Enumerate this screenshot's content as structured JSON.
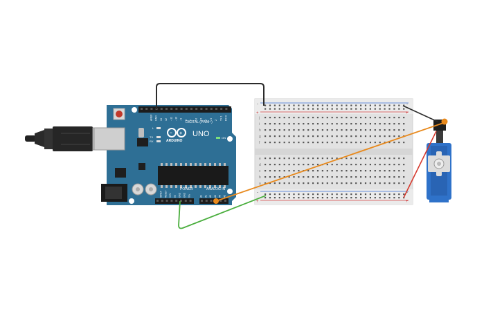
{
  "arduino": {
    "brand": "ARDUINO",
    "model": "UNO",
    "digital_label": "DIGITAL (PWM~)",
    "power_label": "POWER",
    "analog_label": "ANALOG IN",
    "on_label": "ON",
    "l_label": "L",
    "tx_label": "TX",
    "rx_label": "RX",
    "aref_label": "AREF",
    "gnd_label": "GND",
    "digital_pins": [
      "13",
      "12",
      "~11",
      "~10",
      "~9",
      "8",
      "7",
      "~6",
      "~5",
      "4",
      "~3",
      "2",
      "TX 1",
      "RX 0"
    ],
    "power_pins": [
      "IOREF",
      "RESET",
      "3.3V",
      "5V",
      "GND",
      "GND",
      "Vin"
    ],
    "analog_pins": [
      "A0",
      "A1",
      "A2",
      "A3",
      "A4",
      "A5"
    ]
  },
  "breadboard": {
    "row_letters_top": [
      "j",
      "i",
      "h",
      "g",
      "f"
    ],
    "row_letters_bottom": [
      "e",
      "d",
      "c",
      "b",
      "a"
    ],
    "plus": "+",
    "minus": "-"
  },
  "colors": {
    "arduino_board": "#2e6f95",
    "breadboard": "#e2e2e2",
    "wire_black": "#2b2b2b",
    "wire_orange": "#e8891c",
    "wire_green": "#4aae3d",
    "wire_red": "#d63a2e",
    "servo_body": "#2f72c9",
    "rail_red": "#d64545",
    "rail_blue": "#3a6fd6"
  },
  "icons": {
    "usb": "usb-cable-icon",
    "logo": "infinity-logo-icon"
  }
}
